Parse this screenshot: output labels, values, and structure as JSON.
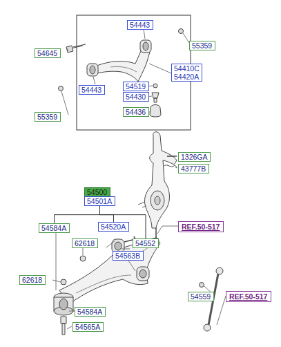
{
  "diagram": {
    "nodes": [
      {
        "text": [
          "54443"
        ]
      },
      {
        "text": [
          "54645"
        ]
      },
      {
        "text": [
          "55359"
        ]
      },
      {
        "text": [
          "54410C",
          "54420A"
        ]
      },
      {
        "text": [
          "54443"
        ]
      },
      {
        "text": [
          "54519"
        ]
      },
      {
        "text": [
          "54430"
        ]
      },
      {
        "text": [
          "55359"
        ]
      },
      {
        "text": [
          "54436"
        ]
      },
      {
        "text": [
          "1326GA"
        ]
      },
      {
        "text": [
          "43777B"
        ]
      },
      {
        "text": [
          "54500"
        ]
      },
      {
        "text": [
          "54501A"
        ]
      },
      {
        "text": [
          "REF.50-517"
        ]
      },
      {
        "text": [
          "54584A"
        ]
      },
      {
        "text": [
          "54520A"
        ]
      },
      {
        "text": [
          "54552"
        ]
      },
      {
        "text": [
          "62618"
        ]
      },
      {
        "text": [
          "54563B"
        ]
      },
      {
        "text": [
          "62618"
        ]
      },
      {
        "text": [
          "54559"
        ]
      },
      {
        "text": [
          "REF.50-517"
        ]
      },
      {
        "text": [
          "54584A"
        ]
      },
      {
        "text": [
          "54565A"
        ]
      }
    ],
    "edges": [
      {
        "from": 12,
        "to": 14,
        "arrow": "none"
      },
      {
        "from": 12,
        "to": 15,
        "arrow": "none"
      },
      {
        "from": 12,
        "to": 16,
        "arrow": "none"
      }
    ]
  }
}
